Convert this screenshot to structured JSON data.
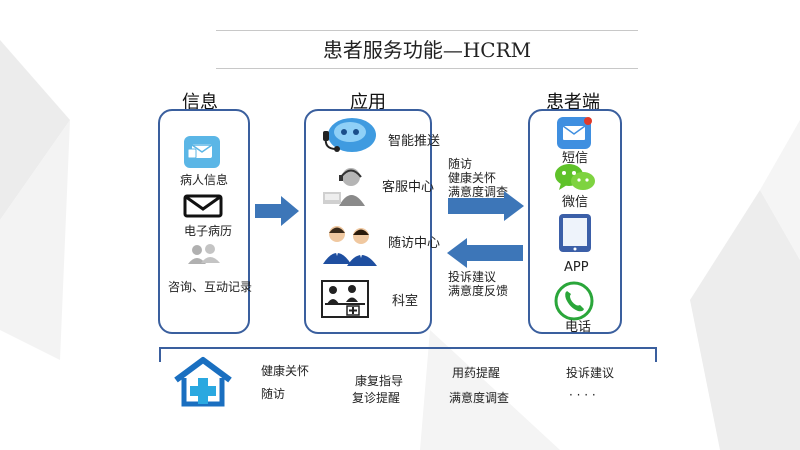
{
  "title": "患者服务功能—HCRM",
  "columns": {
    "info": "信息",
    "app": "应用",
    "patient": "患者端"
  },
  "info_panel": {
    "items": [
      "病人信息",
      "电子病历",
      "咨询、互动记录"
    ]
  },
  "app_panel": {
    "items": [
      "智能推送",
      "客服中心",
      "随访中心",
      "科室"
    ]
  },
  "patient_panel": {
    "items": [
      "短信",
      "微信",
      "APP",
      "电话"
    ]
  },
  "arrow_right_text": [
    "随访",
    "健康关怀",
    "满意度调查"
  ],
  "arrow_left_text": [
    "投诉建议",
    "满意度反馈"
  ],
  "bottom": {
    "col1": [
      "健康关怀",
      "随访"
    ],
    "col2": [
      "康复指导",
      "复诊提醒"
    ],
    "col3": [
      "用药提醒",
      "满意度调查"
    ],
    "col4": [
      "投诉建议",
      "· · · ·"
    ]
  },
  "colors": {
    "panel_border": "#3a5f9e",
    "arrow_fill": "#3d76b8",
    "house_blue": "#1a6fc0"
  },
  "icons": {
    "info_1": "message-app-icon",
    "info_2": "envelope-icon",
    "info_3": "people-icon",
    "app_1": "robot-headset-icon",
    "app_2": "customer-service-icon",
    "app_3": "agents-icon",
    "app_4": "doctor-desk-icon",
    "patient_1": "mail-app-icon",
    "patient_2": "wechat-icon",
    "patient_3": "tablet-icon",
    "patient_4": "phone-icon",
    "bottom": "hospital-house-icon"
  }
}
